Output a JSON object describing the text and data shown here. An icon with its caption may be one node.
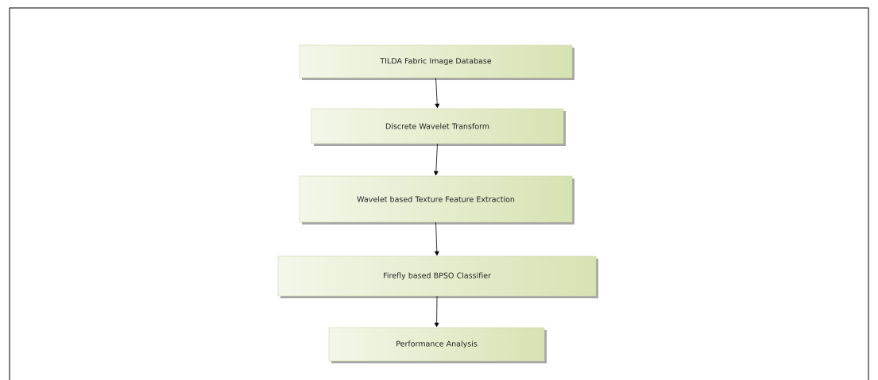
{
  "diagram": {
    "nodes": [
      {
        "text": [
          "TILDA Fabric Image Database"
        ]
      },
      {
        "text": [
          "Discrete Wavelet Transform"
        ]
      },
      {
        "text": [
          "Wavelet based Texture Feature Extraction"
        ]
      },
      {
        "text": [
          "Firefly based BPSO Classifier"
        ]
      },
      {
        "text": [
          "Performance Analysis"
        ]
      }
    ],
    "edges": [
      {
        "from": 0,
        "to": 1,
        "arrow": "to"
      },
      {
        "from": 1,
        "to": 2,
        "arrow": "to"
      },
      {
        "from": 2,
        "to": 3,
        "arrow": "to"
      },
      {
        "from": 3,
        "to": 4,
        "arrow": "to"
      }
    ]
  }
}
